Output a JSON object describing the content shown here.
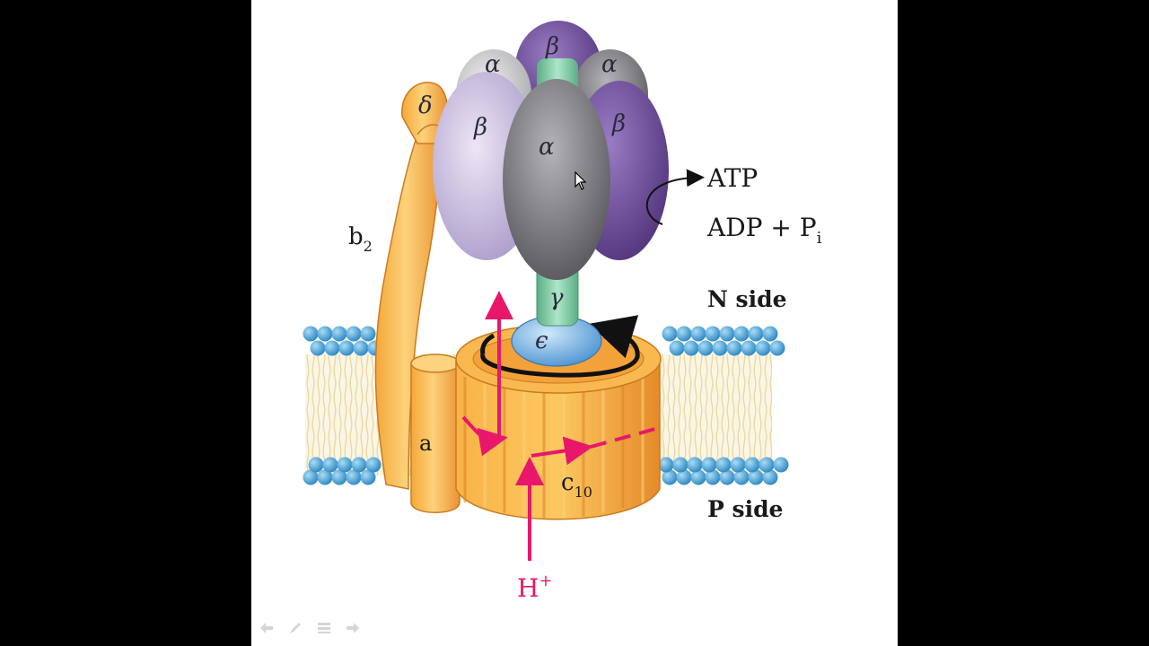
{
  "diagram": {
    "labels": {
      "delta": "δ",
      "alpha_top_left": "α",
      "beta_top": "β",
      "alpha_top_right": "α",
      "beta_left": "β",
      "alpha_center": "α",
      "beta_right": "β",
      "gamma": "γ",
      "epsilon": "ϵ",
      "b_main": "b",
      "b_sub": "2",
      "a_sub": "a",
      "c_main": "c",
      "c_sub": "10",
      "atp": "ATP",
      "adp": "ADP + P",
      "adp_sub": "i",
      "n_side": "N side",
      "p_side": "P side",
      "h_plus": "H",
      "h_sup": "+"
    },
    "colors": {
      "orange": "#f5a532",
      "orange_light": "#fcc86a",
      "orange_dark": "#d9822b",
      "proton_arrow": "#e8176b",
      "lipid_head": "#3e9fd6",
      "purple_dark": "#6b4a9a",
      "purple_light": "#c9bde0",
      "grey_dark": "#7a7a7e",
      "teal": "#7ec8a4",
      "epsilon_blue": "#6fb0e0"
    }
  },
  "slide_controls": [
    "back-arrow-icon",
    "pen-icon",
    "menu-icon",
    "forward-arrow-icon"
  ]
}
